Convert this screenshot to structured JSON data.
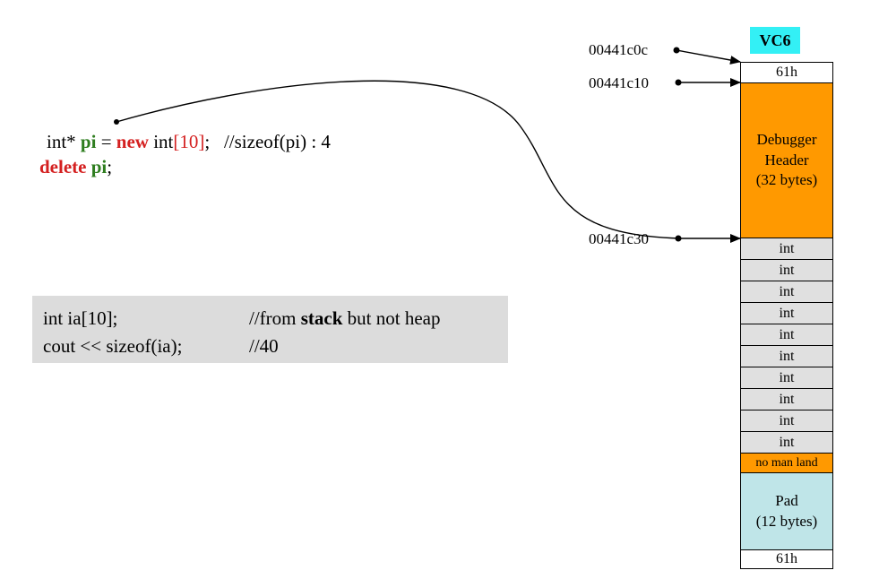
{
  "code": {
    "line1": {
      "type": "int* ",
      "var": "pi",
      "eq": " = ",
      "kw_new": "new",
      "int_kw": " int",
      "bracket": "[10]",
      "rest": ";   //sizeof(pi) : 4"
    },
    "line2": {
      "kw_delete": "delete",
      "space": " ",
      "var": "pi",
      "semi": ";"
    }
  },
  "stack_box": {
    "line1_left": "int ia[10];",
    "line1_comment_pre": "//from ",
    "line1_comment_bold": "stack",
    "line1_comment_post": " but not heap",
    "line2_left": "cout << sizeof(ia);",
    "line2_comment": "//40"
  },
  "memory": {
    "compiler_label": "VC6",
    "addresses": {
      "a1": "00441c0c",
      "a2": "00441c10",
      "a3": "00441c30"
    },
    "cells": {
      "cookie_top": "61h",
      "debugger_header": "Debugger\nHeader\n(32 bytes)",
      "ints": [
        "int",
        "int",
        "int",
        "int",
        "int",
        "int",
        "int",
        "int",
        "int",
        "int"
      ],
      "no_man_land": "no man land",
      "pad": "Pad\n(12 bytes)",
      "cookie_bottom": "61h"
    },
    "colors": {
      "header": "#ff9900",
      "int_cell": "#e0e0e0",
      "no_man_land": "#ff9900",
      "pad": "#bfe5e8",
      "vc6_badge": "#33f0f5",
      "keyword_red": "#d42020",
      "variable_green": "#2e7d1f"
    }
  }
}
